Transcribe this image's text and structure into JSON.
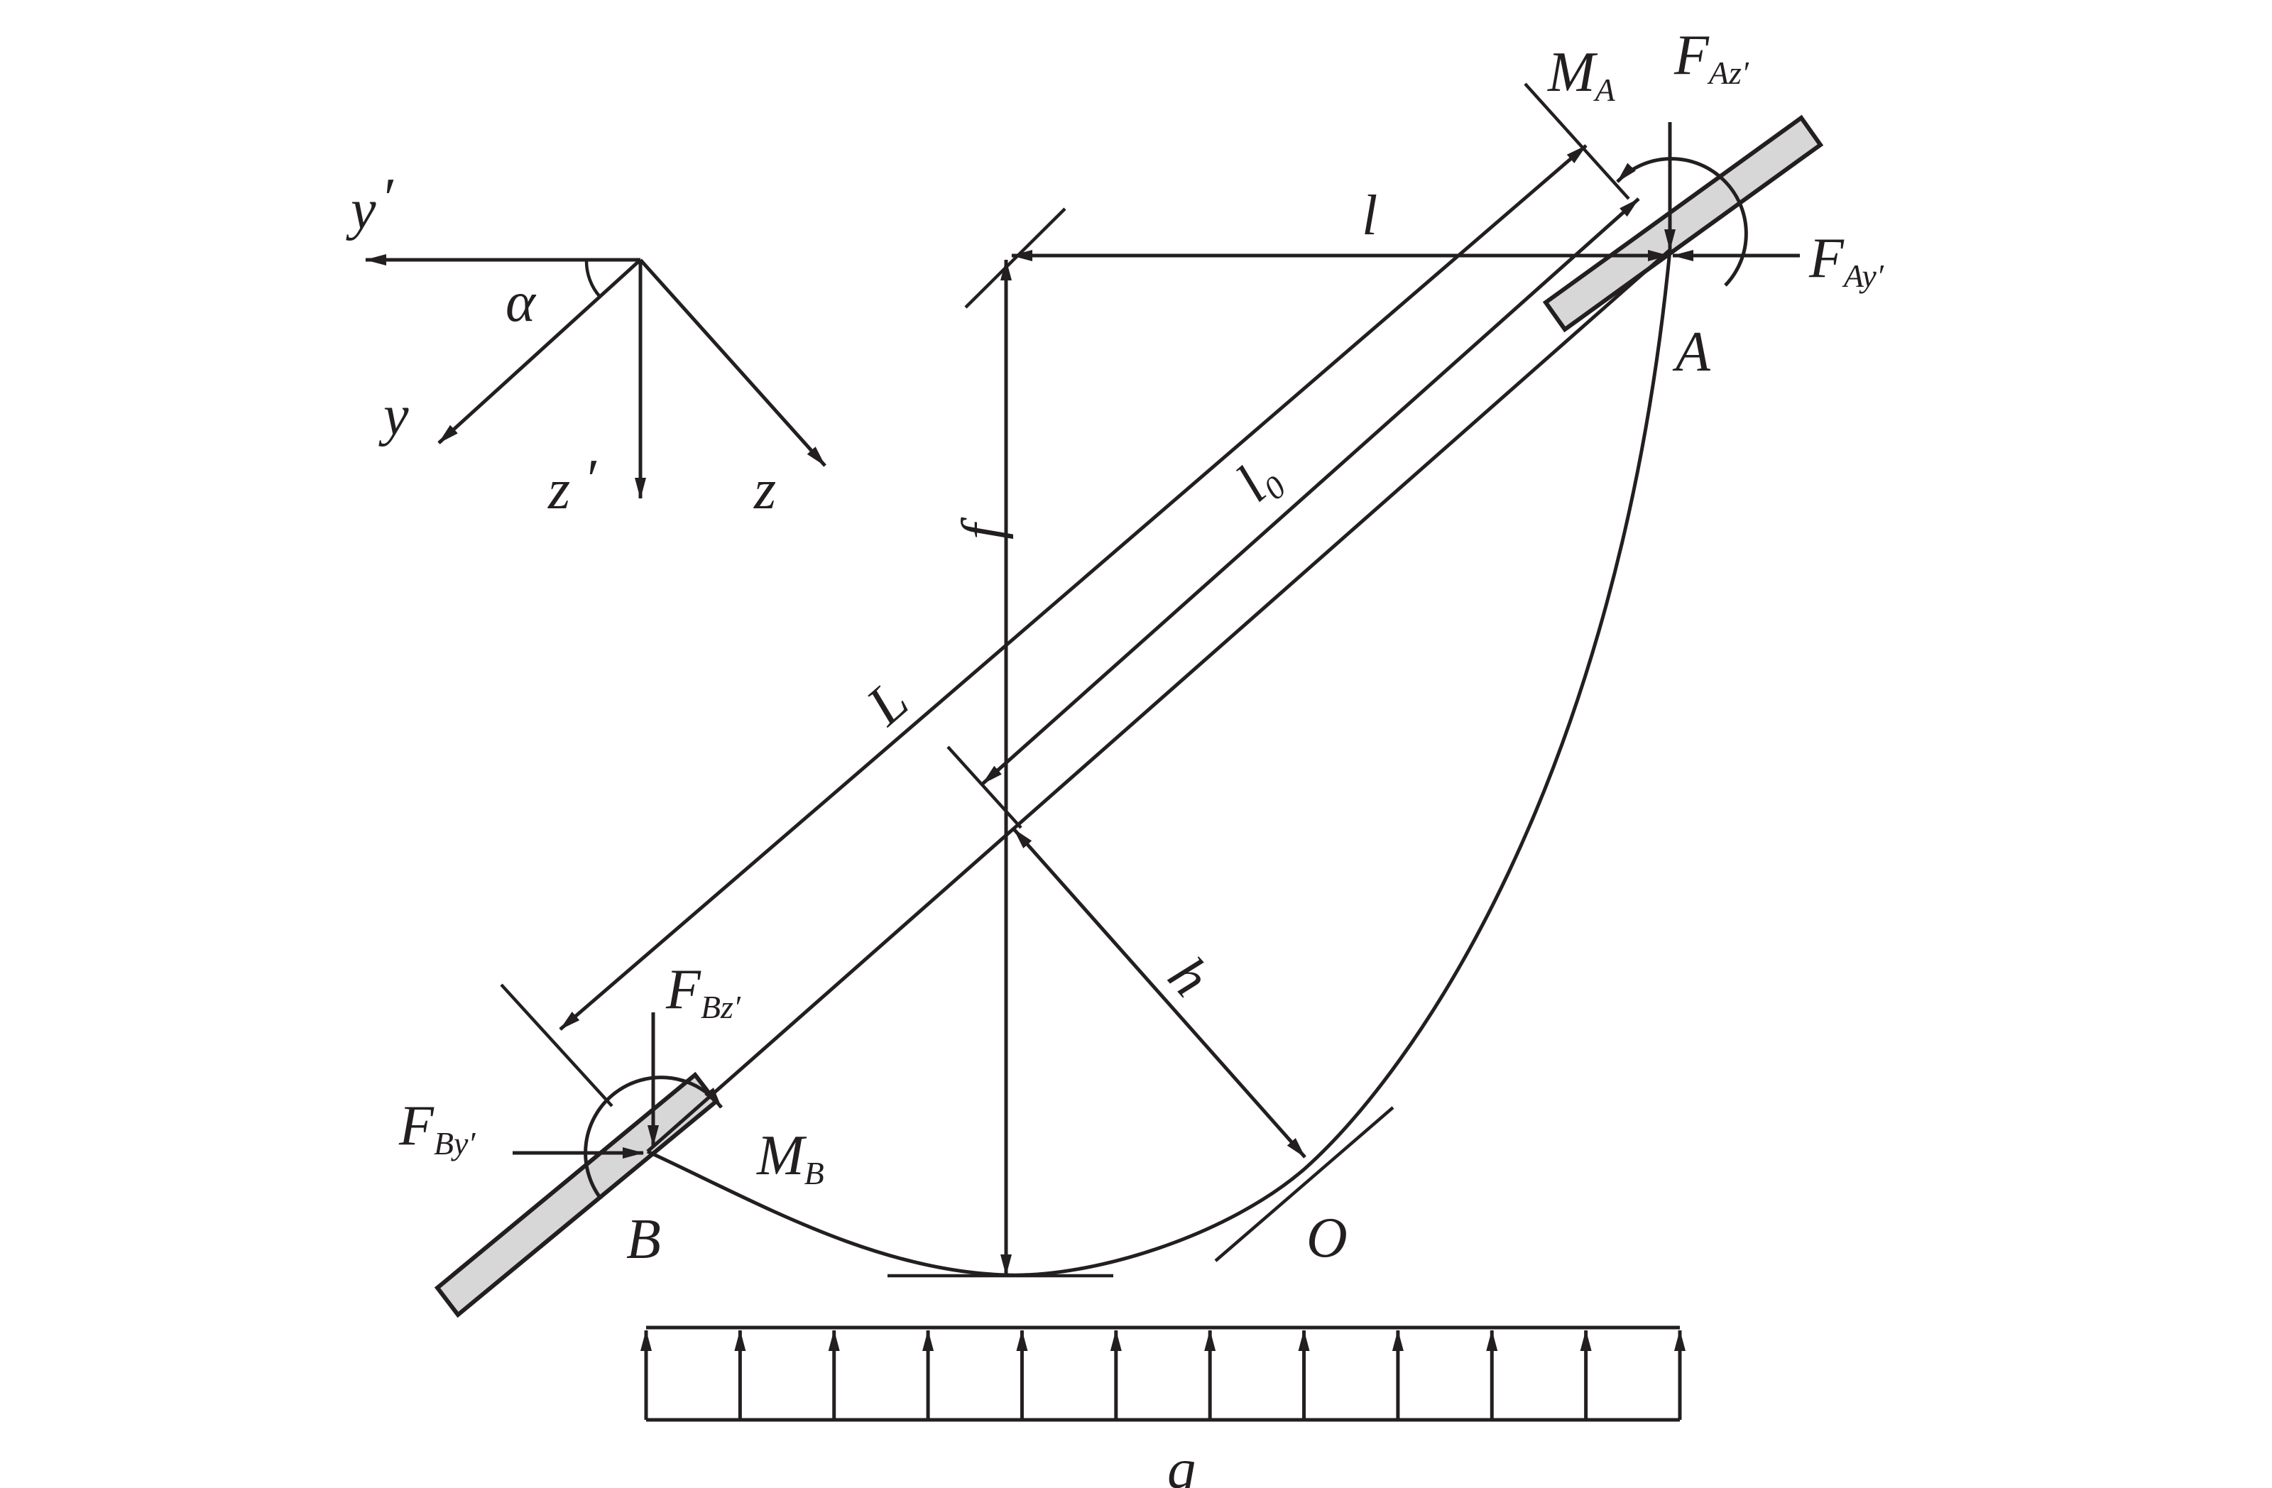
{
  "diagram": {
    "labels": {
      "axis_y_prime": "y",
      "axis_y": "y",
      "axis_z_prime": "z",
      "axis_z": "z",
      "angle_alpha": "α",
      "prime_mark": "′",
      "span_l": "l",
      "sag_f": "f",
      "chord_L": "L",
      "chord_l0": "l",
      "chord_l0_sub": "0",
      "normal_h": "h",
      "point_A": "A",
      "point_B": "B",
      "point_O": "O",
      "moment_MA": "M",
      "moment_MA_sub": "A",
      "moment_MB": "M",
      "moment_MB_sub": "B",
      "force_F": "F",
      "FAz_sub": "Az′",
      "FAy_sub": "Ay′",
      "FBz_sub": "Bz′",
      "FBy_sub": "By′",
      "load_q": "q"
    },
    "load_arrow_count": 12
  }
}
